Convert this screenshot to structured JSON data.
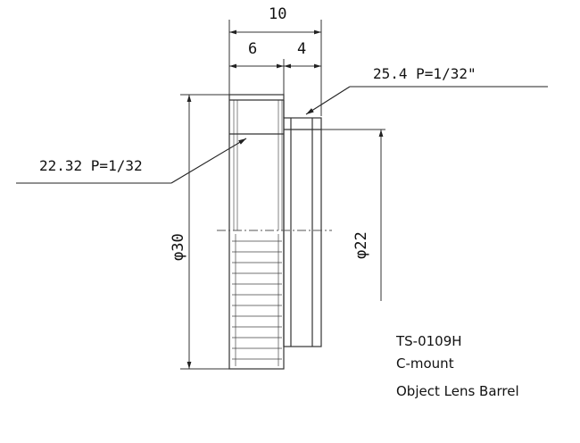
{
  "dimensions": {
    "overall_length": "10",
    "left_width": "6",
    "right_width": "4",
    "outer_diameter": "φ30",
    "inner_diameter": "φ22"
  },
  "threads": {
    "cmount_thread": "25.4 P=1/32\"",
    "inner_thread": "22.32 P=1/32"
  },
  "captions": {
    "part_number": "TS-0109H",
    "mount": "C-mount",
    "description": "Object Lens Barrel"
  }
}
